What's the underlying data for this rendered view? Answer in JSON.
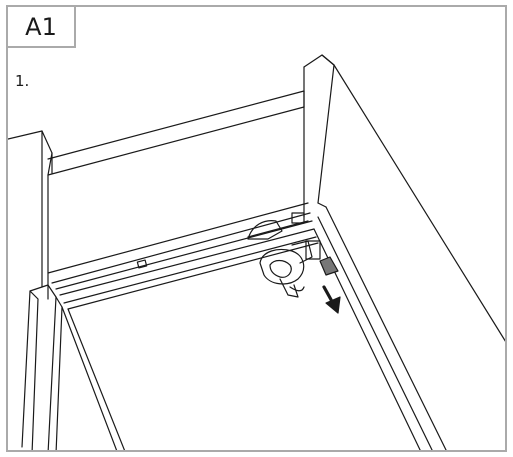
{
  "step": {
    "label": "A1",
    "substep": "1."
  },
  "illustration": {
    "subject": "drawer-slide-release-lever",
    "arrow_direction": "down"
  }
}
